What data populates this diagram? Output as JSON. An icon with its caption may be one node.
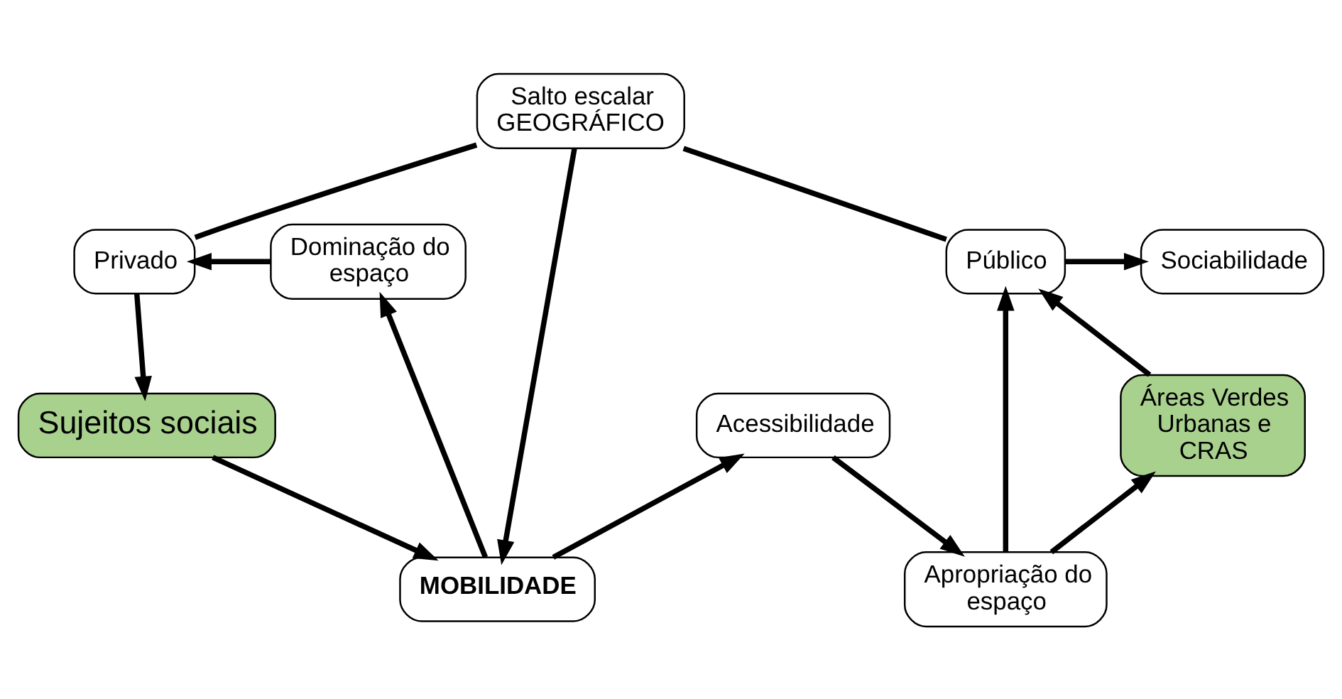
{
  "diagram": {
    "nodes": [
      {
        "text": [
          "Salto escalar GEOGRÁFICO"
        ]
      },
      {
        "text": [
          "Privado"
        ]
      },
      {
        "text": [
          "Dominação do espaço"
        ]
      },
      {
        "text": [
          "MOBILIDADE"
        ]
      },
      {
        "text": [
          "Sociabilidade"
        ]
      },
      {
        "text": [
          "Público"
        ]
      },
      {
        "text": [
          "Apropriação do espaço"
        ]
      },
      {
        "text": [
          "Sujeitos sociais"
        ]
      },
      {
        "text": [
          "Acessibilidade"
        ]
      },
      {
        "text": [
          "Áreas Verdes Urbanas e CRAS"
        ]
      }
    ],
    "edges": [
      {
        "from": 0,
        "to": 1,
        "arrow": "none"
      },
      {
        "from": 0,
        "to": 5,
        "arrow": "none"
      },
      {
        "from": 0,
        "to": 3,
        "arrow": "to"
      },
      {
        "from": 2,
        "to": 1,
        "arrow": "to"
      },
      {
        "from": 3,
        "to": 2,
        "arrow": "to"
      },
      {
        "from": 1,
        "to": 7,
        "arrow": "to"
      },
      {
        "from": 7,
        "to": 3,
        "arrow": "to"
      },
      {
        "from": 3,
        "to": 8,
        "arrow": "to"
      },
      {
        "from": 8,
        "to": 6,
        "arrow": "to"
      },
      {
        "from": 6,
        "to": 5,
        "arrow": "to"
      },
      {
        "from": 5,
        "to": 4,
        "arrow": "to"
      },
      {
        "from": 6,
        "to": 9,
        "arrow": "to"
      },
      {
        "from": 9,
        "to": 5,
        "arrow": "to"
      }
    ]
  }
}
